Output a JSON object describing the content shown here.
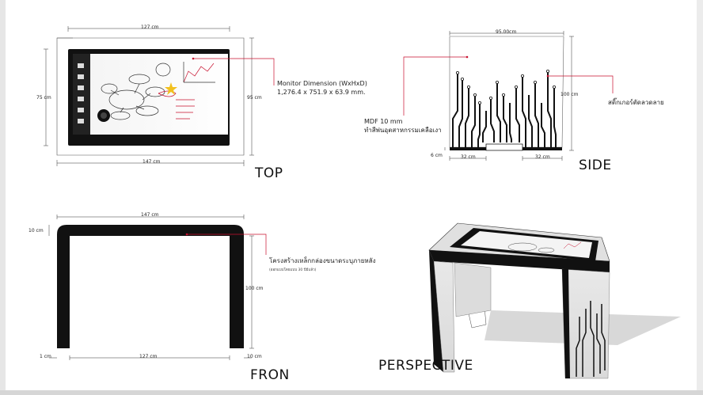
{
  "views": {
    "top": {
      "label": "TOP",
      "dims": {
        "width_top": "127 cm",
        "width_bottom": "147 cm",
        "depth_left": "75 cm",
        "depth_right": "95 cm"
      },
      "monitor_note_line1": "Monitor Dimension (WxHxD)",
      "monitor_note_line2": "1,276.4 x 751.9 x 63.9 mm."
    },
    "side": {
      "label": "SIDE",
      "dims": {
        "width_top": "95.00cm",
        "height": "100 cm",
        "left_foot": "32 cm",
        "right_foot": "32 cm",
        "base_height": "6 cm"
      },
      "material_note_line1": "MDF 10 mm",
      "material_note_line2": "ทำสีพ่นอุตสาหกรรมเคลือเงา",
      "sticker_note": "สติ๊กเกอร์ตัดลวดลาย"
    },
    "front": {
      "label": "FRON",
      "dims": {
        "width_top": "147 cm",
        "top_thickness": "10 cm",
        "height": "100 cm",
        "width_inner": "127 cm",
        "left_leg": "1 cm",
        "right_leg": "10 cm"
      },
      "frame_note": "โครงสร้างเหล็กกล่องขนาดระบุภายหลัง",
      "frame_note_small": "(ออกแบบโดยแบบ 30 ปีมีแล้ว)"
    },
    "perspective": {
      "label": "PERSPECTIVE"
    }
  },
  "colors": {
    "accent": "#c8102e",
    "panel": "#111111",
    "dimension": "#333333"
  }
}
